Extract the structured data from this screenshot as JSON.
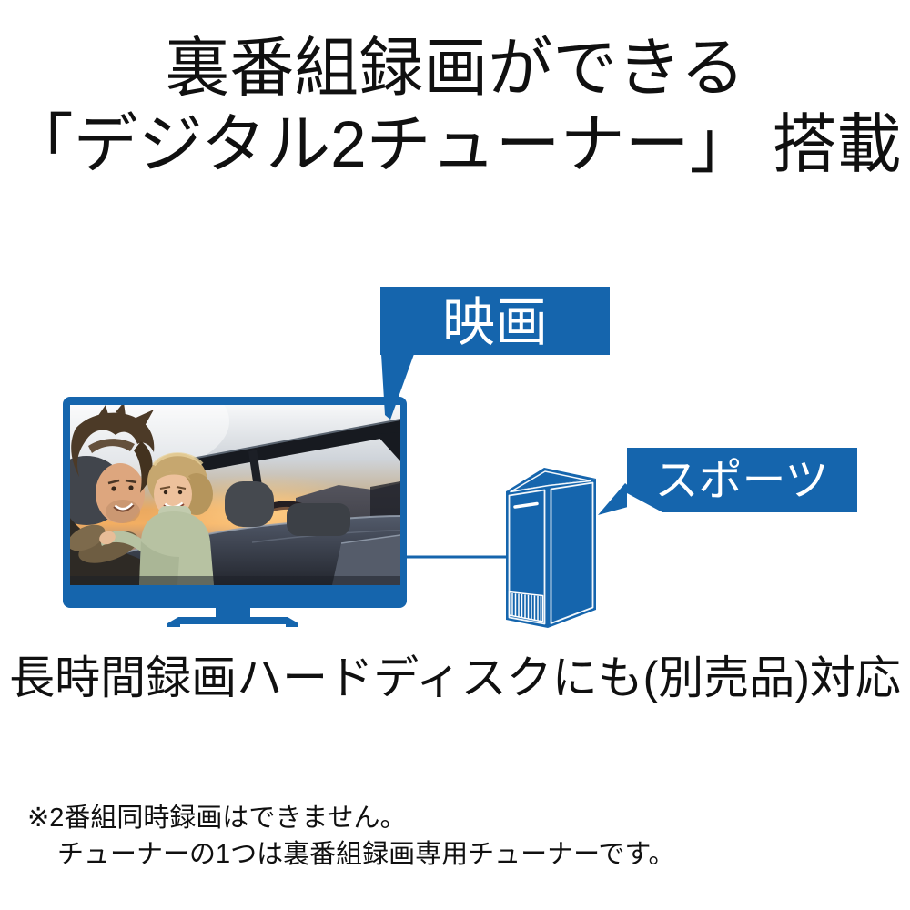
{
  "title": {
    "line1": "裏番組録画ができる",
    "line2": "「デジタル2チューナー」 搭載"
  },
  "diagram": {
    "tv_bubble_label": "映画",
    "hdd_bubble_label": "スポーツ",
    "tv_illustration": "flat-screen-tv-showing-couple-in-convertible-at-sunset",
    "hdd_illustration": "external-hard-disk-tower",
    "caption": "長時間録画ハードディスクにも(別売品)対応"
  },
  "footnote": {
    "line1": "※2番組同時録画はできません。",
    "line2": "チューナーの1つは裏番組録画専用チューナーです。"
  },
  "colors": {
    "accent_blue": "#1565ad",
    "bubble_text": "#ffffff",
    "body_text": "#101010",
    "background": "#ffffff"
  }
}
